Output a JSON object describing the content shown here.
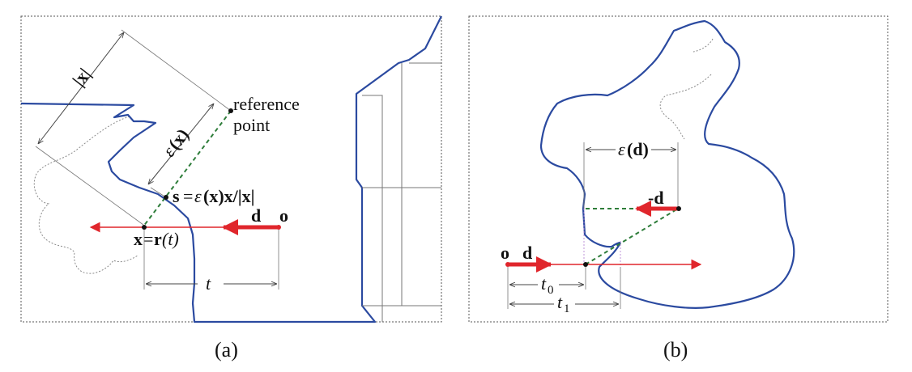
{
  "colors": {
    "outline": "#2b4aa0",
    "ray": "#e0262c",
    "dashed_green": "#2e7d3a",
    "guide": "#666666",
    "hidden_outline": "#8a8a8a",
    "frame": "#555555",
    "text": "#111111"
  },
  "panel_a": {
    "caption": "(a)",
    "label_x_norm": "|x|",
    "label_ref_line1": "reference",
    "label_ref_line2": "point",
    "label_eps_x_sym": "ε",
    "label_eps_x_arg": "(x)",
    "label_s_lhs": "s",
    "label_s_eq": "=",
    "label_s_eps": "ε",
    "label_s_rest": "(x)x/|x|",
    "label_x_lhs": "x",
    "label_x_eq": "=",
    "label_x_r": "r",
    "label_x_t": "(t)",
    "label_d": "d",
    "label_o": "o",
    "label_t": "t"
  },
  "panel_b": {
    "caption": "(b)",
    "label_eps_d_sym": "ε",
    "label_eps_d_arg": "(d)",
    "label_neg_d": "-d",
    "label_o": "o",
    "label_d": "d",
    "label_t0_base": "t",
    "label_t0_sub": "0",
    "label_t1_base": "t",
    "label_t1_sub": "1"
  }
}
